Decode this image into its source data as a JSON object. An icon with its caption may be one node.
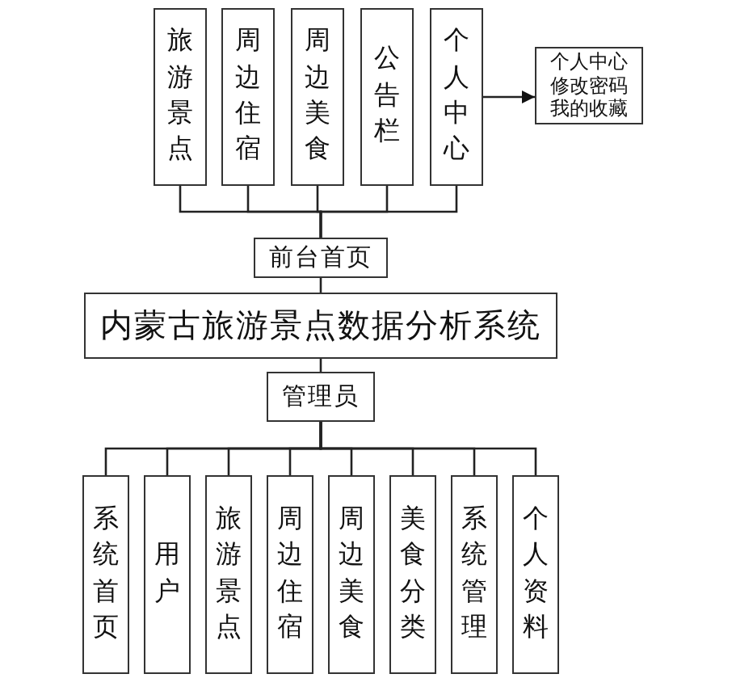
{
  "diagram": {
    "nodes": [
      {
        "text": [
          "旅游景点"
        ]
      },
      {
        "text": [
          "周边住宿"
        ]
      },
      {
        "text": [
          "周边美食"
        ]
      },
      {
        "text": [
          "公告栏"
        ]
      },
      {
        "text": [
          "个人中心"
        ]
      },
      {
        "text": [
          "个人中心",
          "修改密码",
          "我的收藏"
        ]
      },
      {
        "text": [
          "前台首页"
        ]
      },
      {
        "text": [
          "内蒙古旅游景点数据分析系统"
        ]
      },
      {
        "text": [
          "管理员"
        ]
      },
      {
        "text": [
          "系统首页"
        ]
      },
      {
        "text": [
          "用户"
        ]
      },
      {
        "text": [
          "旅游景点"
        ]
      },
      {
        "text": [
          "周边住宿"
        ]
      },
      {
        "text": [
          "周边美食"
        ]
      },
      {
        "text": [
          "美食分类"
        ]
      },
      {
        "text": [
          "系统管理"
        ]
      },
      {
        "text": [
          "个人资料"
        ]
      }
    ],
    "edges": [
      {
        "from": 6,
        "to": 0,
        "arrow": "none"
      },
      {
        "from": 6,
        "to": 1,
        "arrow": "none"
      },
      {
        "from": 6,
        "to": 2,
        "arrow": "none"
      },
      {
        "from": 6,
        "to": 3,
        "arrow": "none"
      },
      {
        "from": 6,
        "to": 4,
        "arrow": "none"
      },
      {
        "from": 4,
        "to": 5,
        "arrow": "to"
      },
      {
        "from": 6,
        "to": 7,
        "arrow": "none"
      },
      {
        "from": 7,
        "to": 8,
        "arrow": "none"
      },
      {
        "from": 8,
        "to": 9,
        "arrow": "none"
      },
      {
        "from": 8,
        "to": 10,
        "arrow": "none"
      },
      {
        "from": 8,
        "to": 11,
        "arrow": "none"
      },
      {
        "from": 8,
        "to": 12,
        "arrow": "none"
      },
      {
        "from": 8,
        "to": 13,
        "arrow": "none"
      },
      {
        "from": 8,
        "to": 14,
        "arrow": "none"
      },
      {
        "from": 8,
        "to": 15,
        "arrow": "none"
      },
      {
        "from": 8,
        "to": 16,
        "arrow": "none"
      }
    ]
  }
}
